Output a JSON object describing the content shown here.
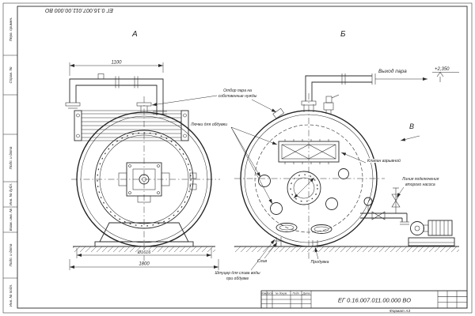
{
  "page": {
    "doc_number_top": "ЕГ 0.16.007.011.00.000 ВО",
    "format_label": "Формат А3"
  },
  "frame_labels": {
    "perv_primen": "Перв. примен.",
    "sprav_no": "Справ. №",
    "podp_data_1": "Подп. и дата",
    "inv_dubl": "Инв. № дубл.",
    "vzam_inv": "Взам. инв. №",
    "podp_data_2": "Подп. и дата",
    "inv_podl": "Инв. № подл."
  },
  "views": {
    "a": "А",
    "b": "Б",
    "v": "В"
  },
  "dimensions": {
    "top_width": "1100",
    "diameter": "Ø1616",
    "base_width": "1800"
  },
  "annotations": {
    "steam_out": "Выход пара",
    "elevation": "+2,350",
    "own_needs_1": "Отбор пара на",
    "own_needs_2": "собственные нужды",
    "hatches": "Лючки для обдувки",
    "explosion_valve": "Клапан взрывной",
    "pump_line_1": "Линия подключения",
    "pump_line_2": "второго насоса",
    "drain": "Слив",
    "blowdown": "Продувка",
    "drain_fitting_1": "Штуцер для слива воды",
    "drain_fitting_2": "при обдувке"
  },
  "titleblock": {
    "doc_number": "ЕГ 0.16.007.011.00.000  ВО",
    "col_izm": "Изм.",
    "col_list": "Лист",
    "col_doc": "№ докум.",
    "col_podp": "Подп.",
    "col_data": "Дата"
  }
}
